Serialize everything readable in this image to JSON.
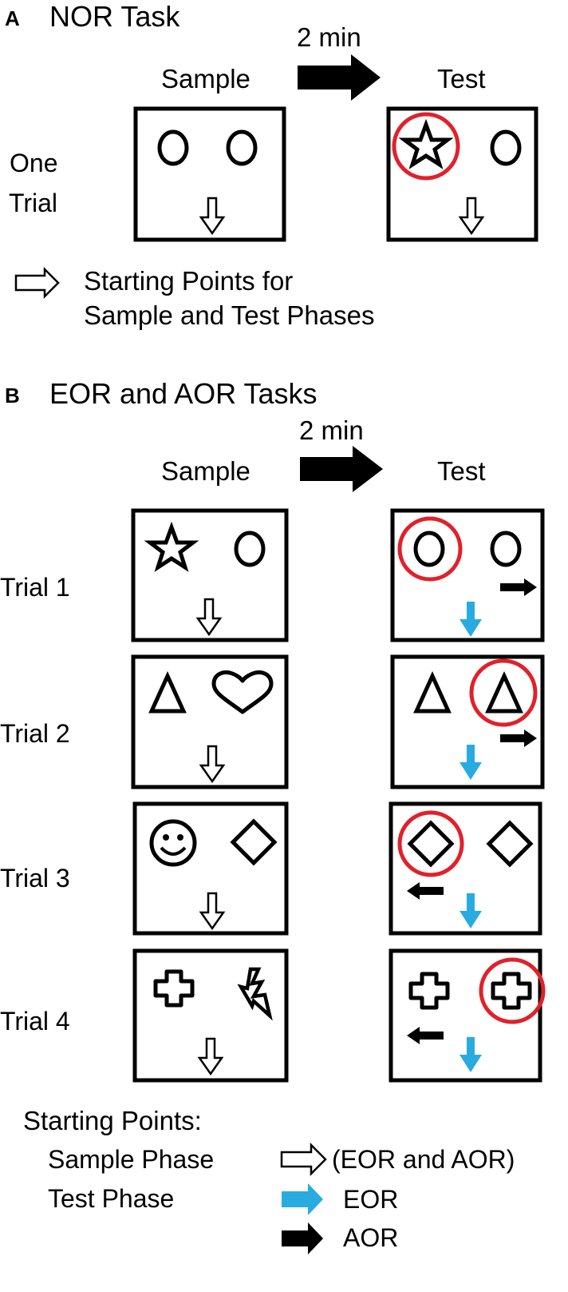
{
  "section_a": {
    "panel": "A",
    "title": "NOR Task",
    "delay": "2 min",
    "sample_label": "Sample",
    "test_label": "Test",
    "row_label_line1": "One",
    "row_label_line2": "Trial",
    "legend_line1": "Starting Points for",
    "legend_line2": "Sample and Test Phases"
  },
  "section_b": {
    "panel": "B",
    "title": "EOR and AOR Tasks",
    "delay": "2 min",
    "sample_label": "Sample",
    "test_label": "Test",
    "trials": [
      {
        "label": "Trial 1",
        "sample_objects": [
          "star-icon",
          "circle-icon"
        ],
        "test_objects": [
          "circle-icon",
          "circle-icon"
        ],
        "highlighted": "left",
        "aor_arrow": "right"
      },
      {
        "label": "Trial 2",
        "sample_objects": [
          "triangle-icon",
          "heart-icon"
        ],
        "test_objects": [
          "triangle-icon",
          "triangle-icon"
        ],
        "highlighted": "right",
        "aor_arrow": "right"
      },
      {
        "label": "Trial 3",
        "sample_objects": [
          "smiley-icon",
          "diamond-icon"
        ],
        "test_objects": [
          "diamond-icon",
          "diamond-icon"
        ],
        "highlighted": "left",
        "aor_arrow": "left"
      },
      {
        "label": "Trial 4",
        "sample_objects": [
          "cross-icon",
          "lightning-icon"
        ],
        "test_objects": [
          "cross-icon",
          "cross-icon"
        ],
        "highlighted": "right",
        "aor_arrow": "left"
      }
    ],
    "legend_title": "Starting Points:",
    "legend_sample_phase": "Sample Phase",
    "legend_test_phase": "Test Phase",
    "legend_sample_text": "(EOR and AOR)",
    "legend_eor": "EOR",
    "legend_aor": "AOR"
  },
  "colors": {
    "highlight_ring": "#e0212b",
    "eor_arrow": "#29abe2",
    "aor_arrow": "#000000"
  }
}
